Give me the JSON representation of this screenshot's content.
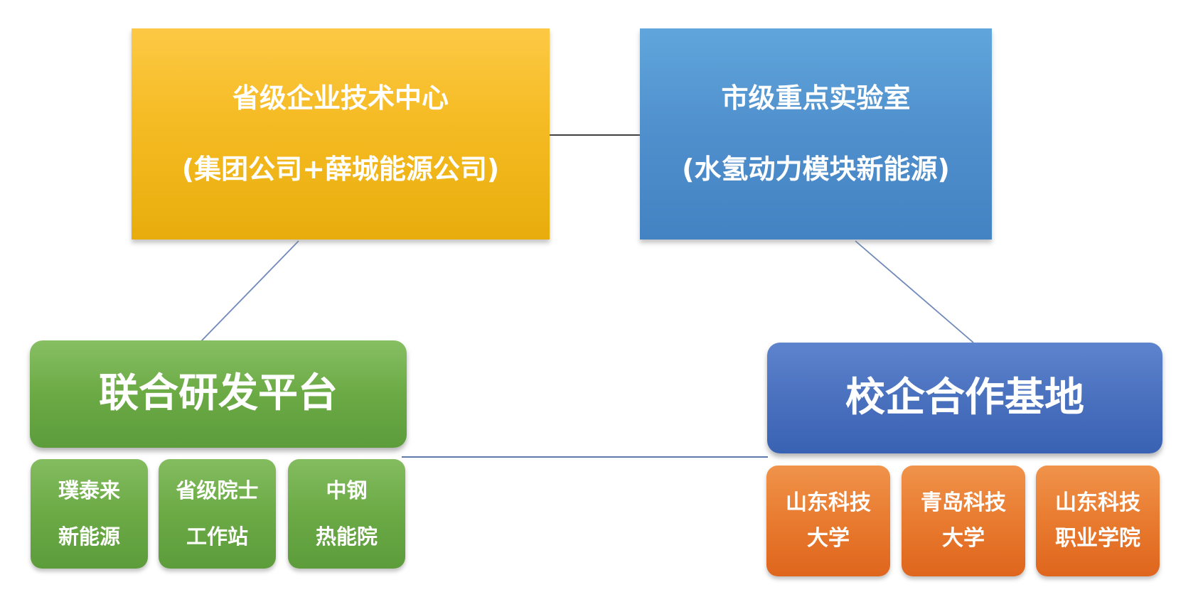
{
  "diagram": {
    "nodes": {
      "provincial_tech_center": {
        "line1": "省级企业技术中心",
        "line2": "(集团公司+薛城能源公司)",
        "fill_top": "#FDC945",
        "fill_bottom": "#E8AD0C"
      },
      "municipal_key_lab": {
        "line1": "市级重点实验室",
        "line2": "(水氢动力模块新能源)",
        "fill_top": "#60A6DC",
        "fill_bottom": "#4483C3"
      },
      "joint_rd_platform": {
        "label": "联合研发平台",
        "fill_top": "#87BF63",
        "fill_bottom": "#5C9C3B"
      },
      "school_enterprise_coop_base": {
        "label": "校企合作基地",
        "fill_top": "#5E84CE",
        "fill_bottom": "#3A62B4"
      },
      "rd_partners": [
        {
          "line1": "璞泰来",
          "line2": "新能源"
        },
        {
          "line1": "省级院士",
          "line2": "工作站"
        },
        {
          "line1": "中钢",
          "line2": "热能院"
        }
      ],
      "cooperation_universities": [
        {
          "line1": "山东科技",
          "line2": "大学"
        },
        {
          "line1": "青岛科技",
          "line2": "大学"
        },
        {
          "line1": "山东科技",
          "line2": "职业学院"
        }
      ]
    },
    "connector_colors": {
      "dark_line": "#3F3F3F",
      "blue_gray_line": "#7089BA"
    },
    "text_color": "#FFFFFF",
    "background": "#FFFFFF"
  }
}
